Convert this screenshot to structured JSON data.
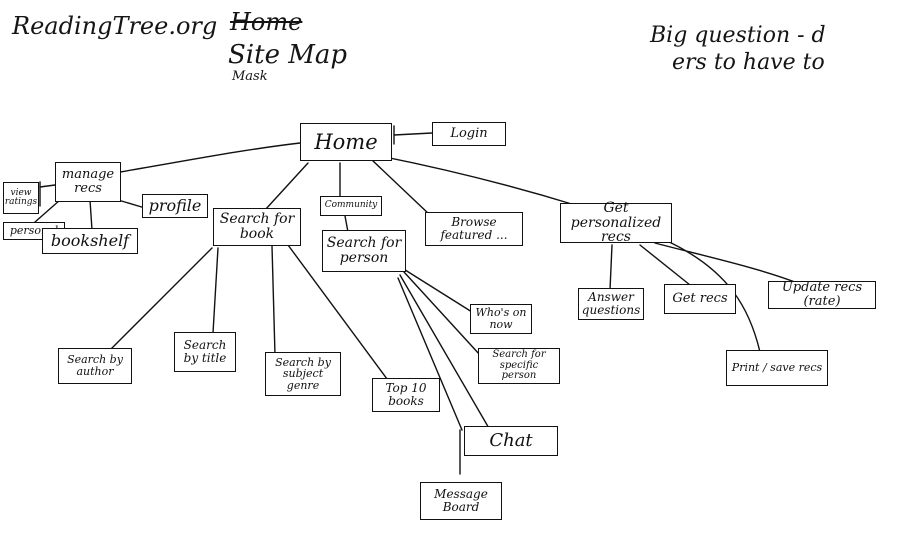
{
  "header": {
    "site": "ReadingTree.org",
    "struck_word": "Home",
    "title": "Site Map",
    "subtitle": "Mask",
    "note_line1": "Big question - d",
    "note_line2": "ers to have to"
  },
  "nodes": {
    "home": "Home",
    "login": "Login",
    "manage_recs": "manage recs",
    "view_ratings": "view ratings",
    "personal": "personal",
    "profile": "profile",
    "bookshelf": "bookshelf",
    "search_for_book": "Search for book",
    "search_for_person": "Search for person",
    "browse": "Browse featured ...",
    "get_personalized_recs": "Get personalized recs",
    "answer_questions": "Answer questions",
    "get_recs": "Get recs",
    "update_recs": "Update recs (rate)",
    "print_save": "Print / save recs",
    "search_author": "Search by author",
    "search_title": "Search by title",
    "search_genre": "Search by subject genre",
    "top_books": "Top 10 books",
    "whos_on_now": "Who's on now",
    "search_specific": "Search for specific person",
    "chat": "Chat",
    "message_board": "Message Board",
    "community": "Community"
  }
}
